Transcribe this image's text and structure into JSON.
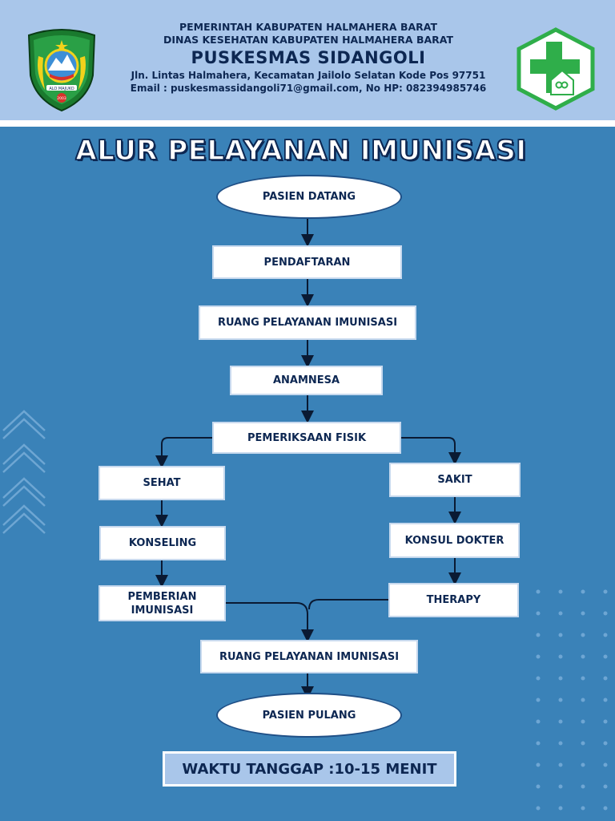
{
  "header": {
    "line1": "PEMERINTAH KABUPATEN HALMAHERA BARAT",
    "line2": "DINAS KESEHATAN KABUPATEN HALMAHERA BARAT",
    "line3": "PUSKESMAS SIDANGOLI",
    "line4": "Jln. Lintas Halmahera, Kecamatan Jailolo Selatan Kode Pos 97751",
    "line5": "Email : puskesmassidangoli71@gmail.com, No HP: 082394985746",
    "logo_left_banner": "ALO MAJUKO",
    "logo_left_year": "2003"
  },
  "title": "ALUR PELAYANAN IMUNISASI",
  "flow": {
    "start": "PASIEN DATANG",
    "step1": "PENDAFTARAN",
    "step2": "RUANG PELAYANAN IMUNISASI",
    "step3": "ANAMNESA",
    "step4": "PEMERIKSAAN FISIK",
    "left1": "SEHAT",
    "left2": "KONSELING",
    "left3_line1": "PEMBERIAN",
    "left3_line2": "IMUNISASI",
    "right1": "SAKIT",
    "right2": "KONSUL DOKTER",
    "right3": "THERAPY",
    "step5": "RUANG PELAYANAN IMUNISASI",
    "end": "PASIEN PULANG"
  },
  "footer": {
    "response_time": "WAKTU TANGGAP :10-15  MENIT"
  },
  "colors": {
    "background": "#3a82b8",
    "header": "#a9c6ea",
    "text_dark": "#0d2752",
    "cross_green": "#2fae4a"
  }
}
